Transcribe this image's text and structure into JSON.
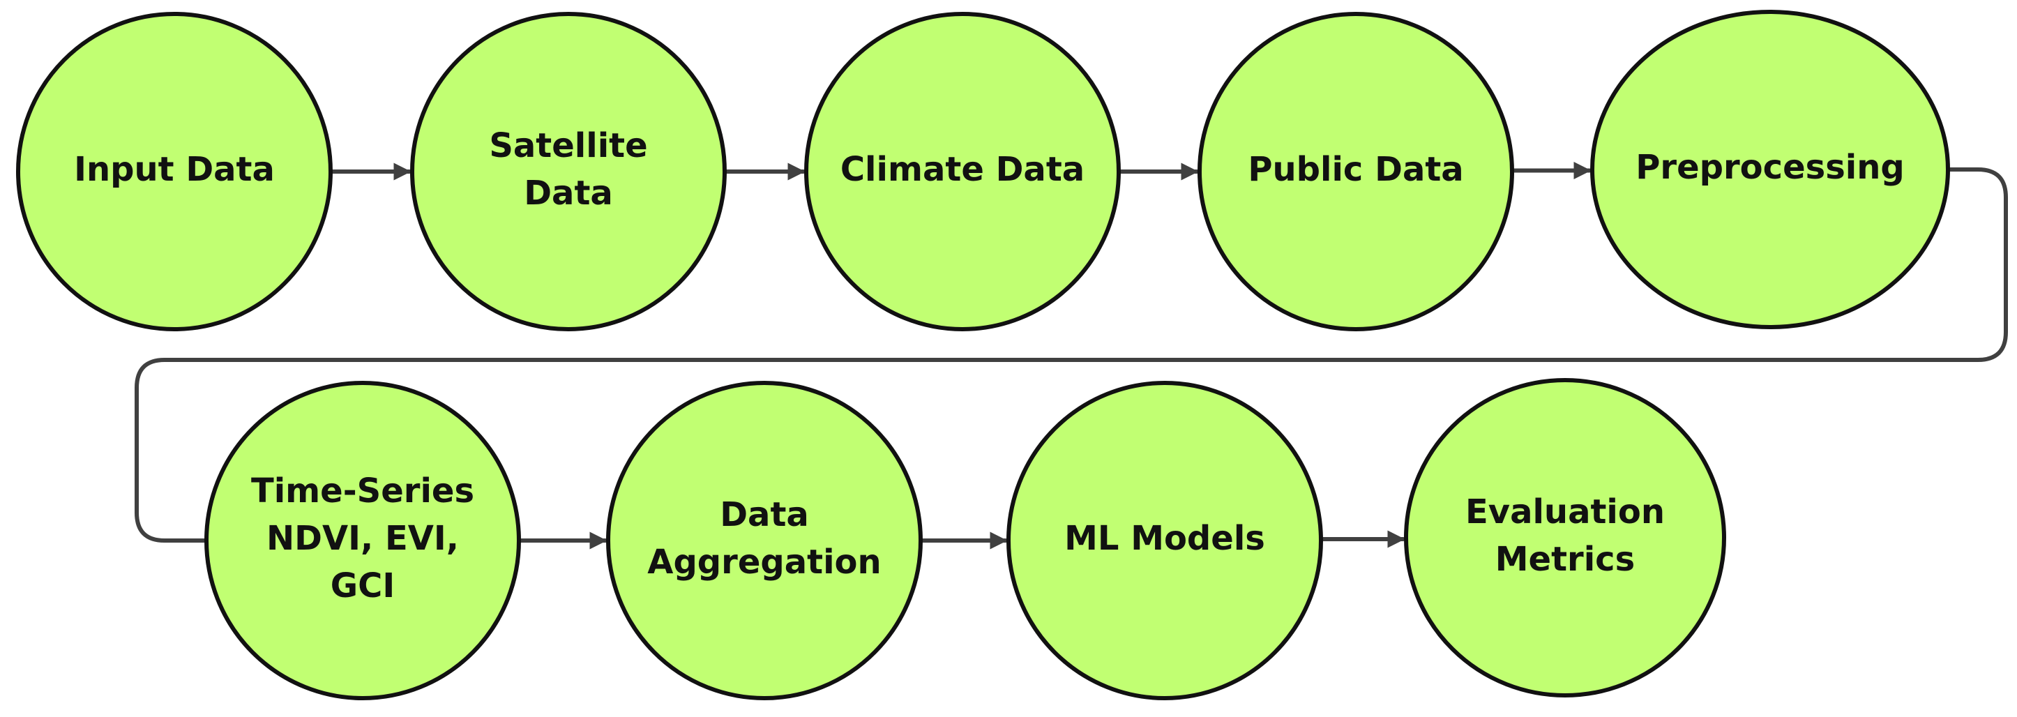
{
  "colors": {
    "node_fill": "#c1ff72",
    "node_stroke": "#111111",
    "arrow": "#404040",
    "text": "#111111",
    "background": "#ffffff"
  },
  "nodes": [
    {
      "id": "input-data",
      "lines": [
        "Input Data"
      ]
    },
    {
      "id": "satellite-data",
      "lines": [
        "Satellite",
        "Data"
      ]
    },
    {
      "id": "climate-data",
      "lines": [
        "Climate Data"
      ]
    },
    {
      "id": "public-data",
      "lines": [
        "Public Data"
      ]
    },
    {
      "id": "preprocessing",
      "lines": [
        "Preprocessing"
      ]
    },
    {
      "id": "time-series",
      "lines": [
        "Time-Series",
        "NDVI, EVI,",
        "GCI"
      ]
    },
    {
      "id": "data-aggregation",
      "lines": [
        "Data",
        "Aggregation"
      ]
    },
    {
      "id": "ml-models",
      "lines": [
        "ML Models"
      ]
    },
    {
      "id": "evaluation-metrics",
      "lines": [
        "Evaluation",
        "Metrics"
      ]
    }
  ],
  "edges": [
    [
      "input-data",
      "satellite-data"
    ],
    [
      "satellite-data",
      "climate-data"
    ],
    [
      "climate-data",
      "public-data"
    ],
    [
      "public-data",
      "preprocessing"
    ],
    [
      "preprocessing",
      "time-series"
    ],
    [
      "time-series",
      "data-aggregation"
    ],
    [
      "data-aggregation",
      "ml-models"
    ],
    [
      "ml-models",
      "evaluation-metrics"
    ]
  ]
}
